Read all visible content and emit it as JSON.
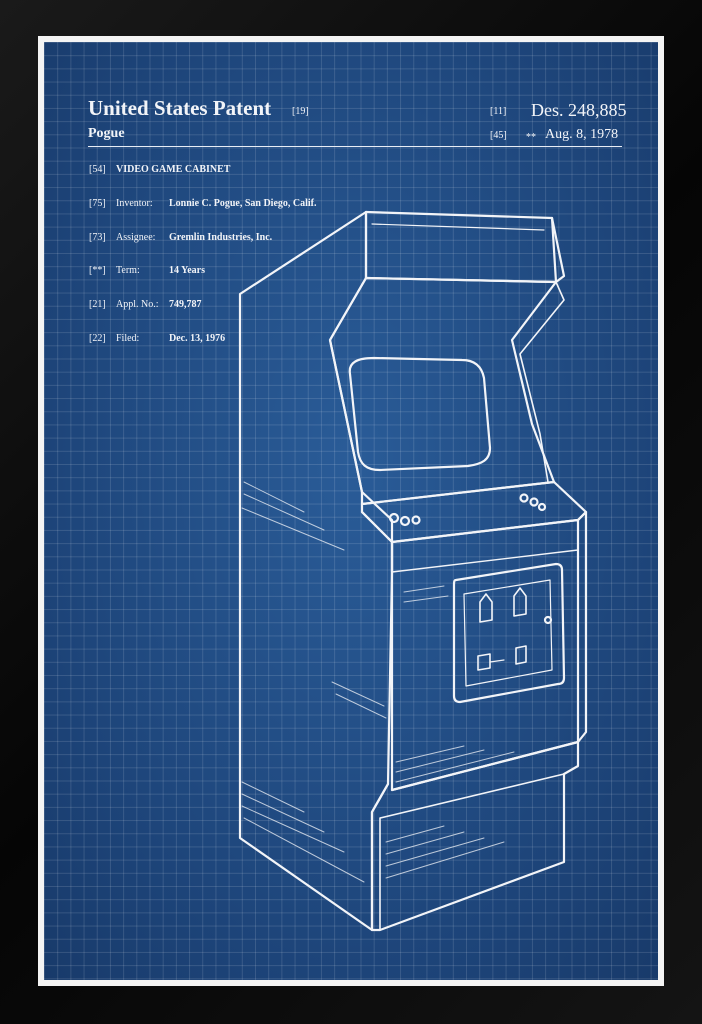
{
  "header": {
    "title": "United States Patent",
    "title_ref": "[19]",
    "inventor_surname": "Pogue",
    "patent_ref": "[11]",
    "patent_number": "Des. 248,885",
    "date_ref": "[45]",
    "date_marks": "**",
    "date": "Aug. 8, 1978"
  },
  "fields": [
    {
      "code": "[54]",
      "label": "VIDEO GAME CABINET",
      "value": ""
    },
    {
      "code": "[75]",
      "label": "Inventor:",
      "value": "Lonnie C. Pogue, San Diego, Calif."
    },
    {
      "code": "[73]",
      "label": "Assignee:",
      "value": "Gremlin Industries, Inc."
    },
    {
      "code": "[**]",
      "label": "Term:",
      "value": "14 Years"
    },
    {
      "code": "[21]",
      "label": "Appl. No.:",
      "value": "749,787"
    },
    {
      "code": "[22]",
      "label": "Filed:",
      "value": "Dec. 13, 1976"
    }
  ],
  "colors": {
    "blueprint": "#1f4a82",
    "line": "#f2f4f8",
    "frame": "#0b0b0b",
    "mat": "#f4f4f4"
  }
}
